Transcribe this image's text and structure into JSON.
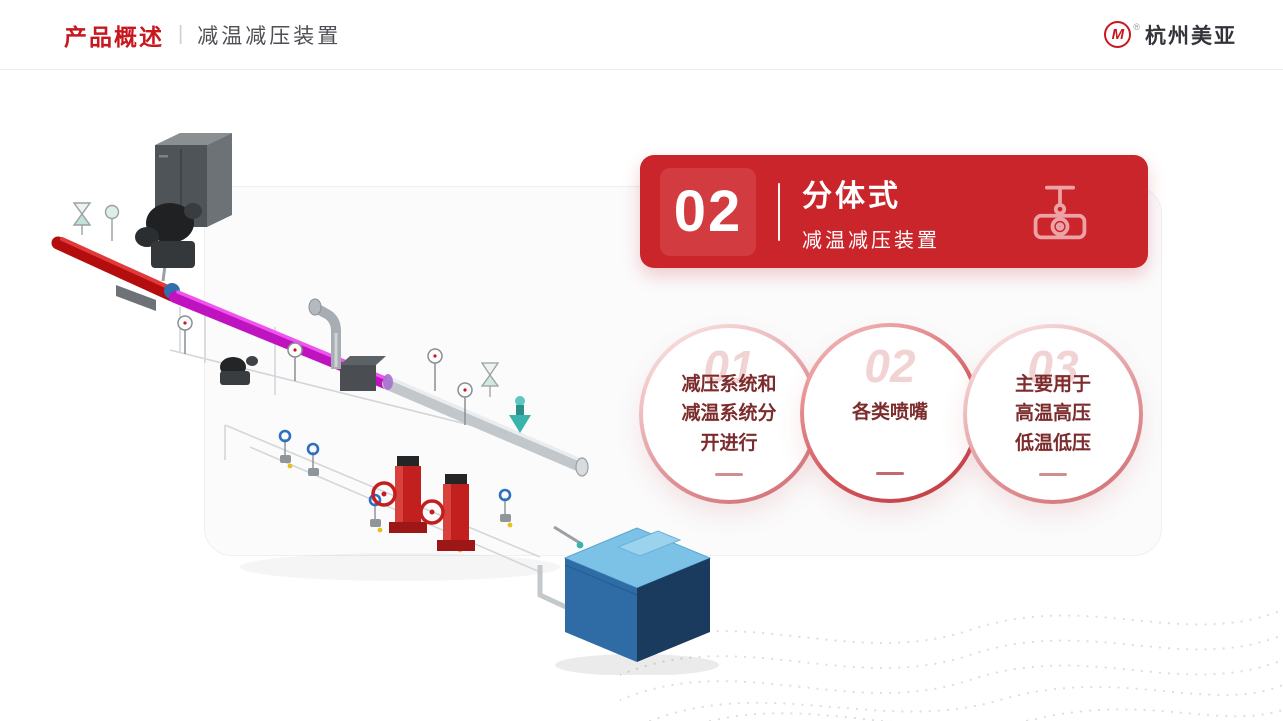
{
  "header": {
    "title": "产品概述",
    "divider": "|",
    "subtitle": "减温减压装置",
    "brand": "杭州美亚",
    "brand_mark": "M",
    "brand_reg": "®"
  },
  "banner": {
    "number": "02",
    "title": "分体式",
    "subtitle": "减温减压装置"
  },
  "features": [
    {
      "number": "01",
      "text": "减压系统和\n减温系统分\n开进行"
    },
    {
      "number": "02",
      "text": "各类喷嘴"
    },
    {
      "number": "03",
      "text": "主要用于\n高温高压\n低温低压"
    }
  ],
  "colors": {
    "accent": "#c8171e",
    "banner": "#c9252b"
  }
}
